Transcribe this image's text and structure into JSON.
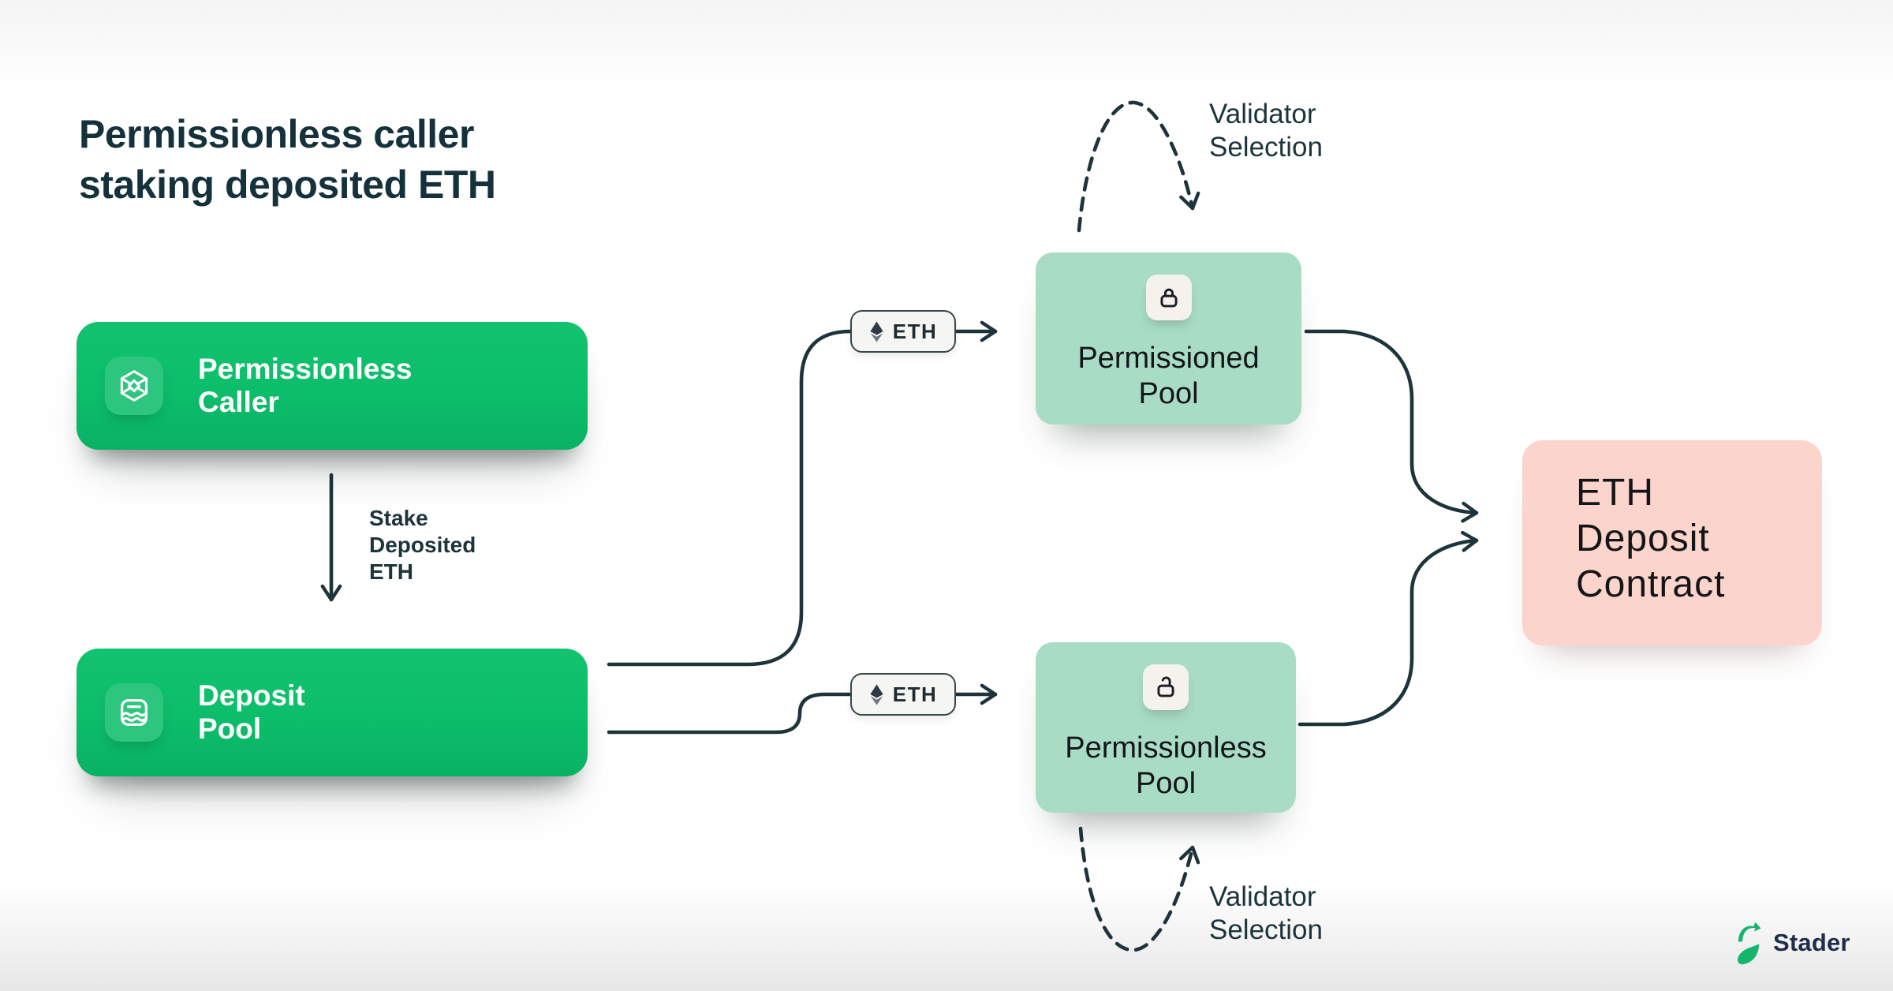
{
  "title": "Permissionless caller\nstaking deposited ETH",
  "nodes": {
    "permissionless_caller": {
      "label": "Permissionless\nCaller",
      "icon": "cube-icon"
    },
    "deposit_pool": {
      "label": "Deposit\nPool",
      "icon": "pool-icon"
    },
    "permissioned_pool": {
      "label": "Permissioned\nPool",
      "icon": "lock-closed-icon"
    },
    "permissionless_pool": {
      "label": "Permissionless\nPool",
      "icon": "lock-open-icon"
    },
    "eth_deposit_contract": {
      "label": "ETH\nDeposit\nContract"
    }
  },
  "labels": {
    "stake_deposited_eth": "Stake\nDeposited\nETH",
    "validator_selection_top": "Validator\nSelection",
    "validator_selection_bottom": "Validator\nSelection"
  },
  "pills": {
    "top": "ETH",
    "bottom": "ETH",
    "icon": "ethereum-icon"
  },
  "logo": {
    "text": "Stader"
  },
  "colors": {
    "green": "#0cbd6a",
    "green_chip": "#2cc67e",
    "mint": "#a9dcc5",
    "pink": "#fbd4cc",
    "ink": "#1d343b",
    "title": "#15323c",
    "pool_text": "#141519",
    "badge_bg": "#f5f2ed",
    "pill_bg": "#f5f5f3",
    "pill_border": "#36474d",
    "logo_green": "#16b56d",
    "logo_navy": "#1f2d4a"
  }
}
